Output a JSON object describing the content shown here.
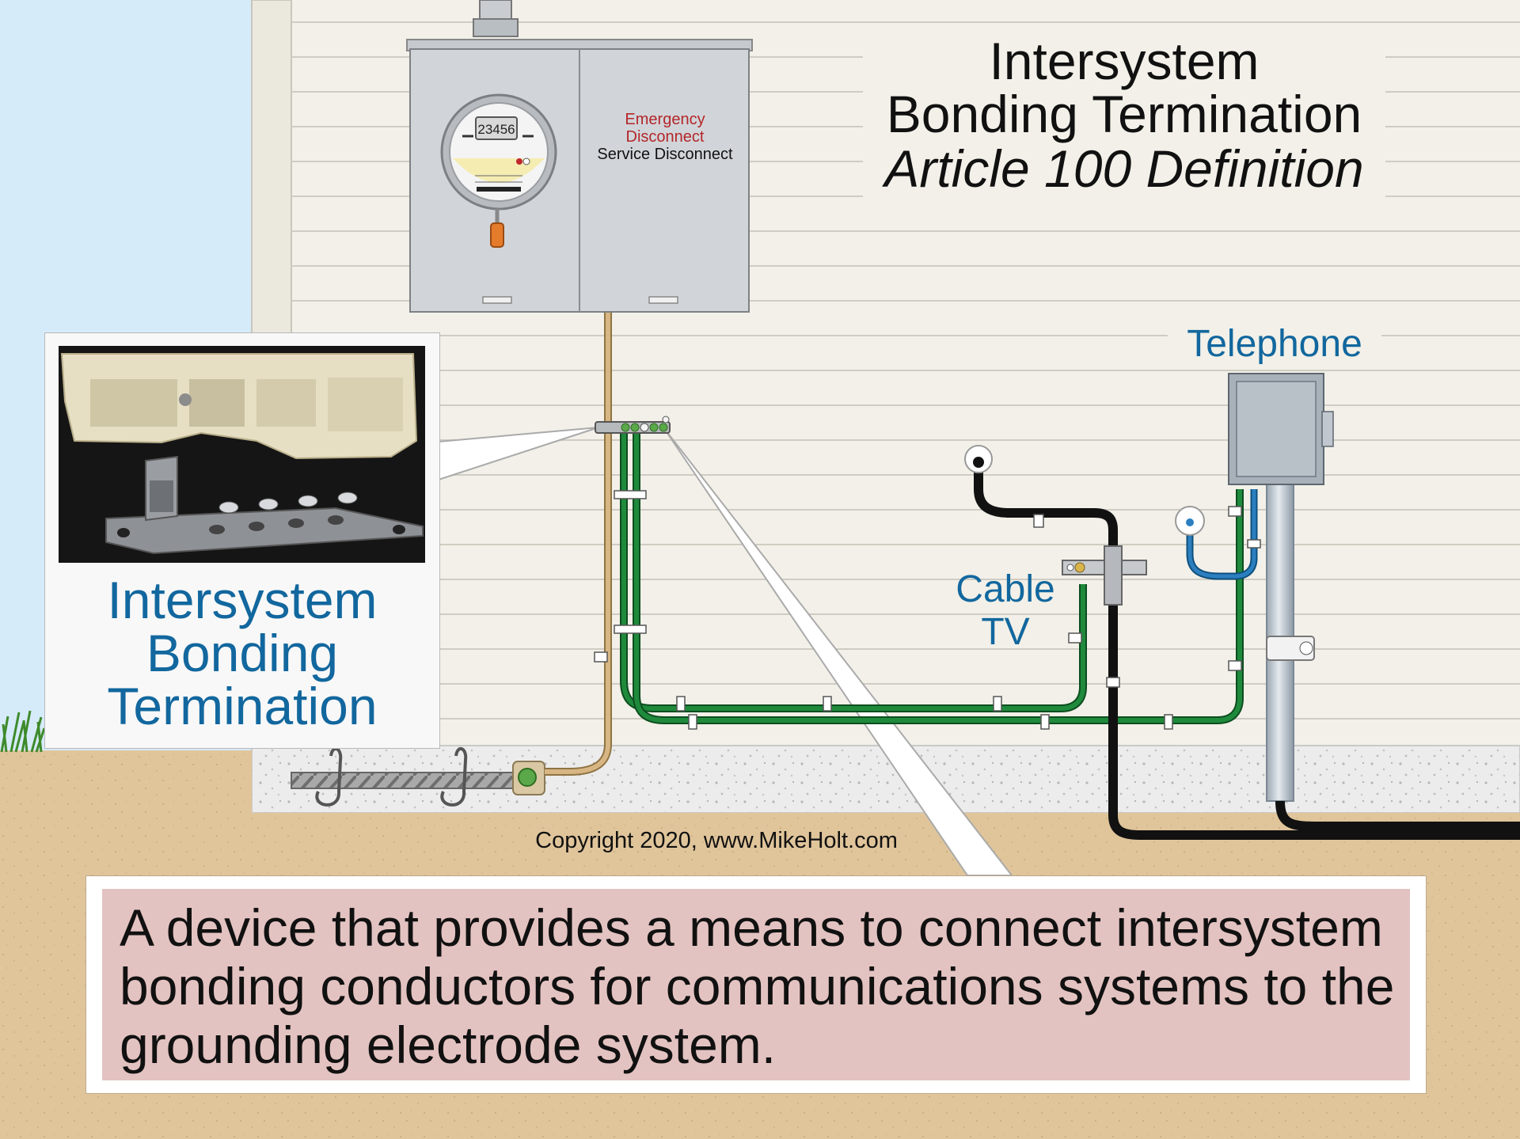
{
  "title": {
    "line1": "Intersystem",
    "line2": "Bonding Termination",
    "line3": "Article 100 Definition"
  },
  "meter_panel": {
    "emergency_label": "Emergency Disconnect",
    "service_label": "Service Disconnect",
    "meter_reading": "23456"
  },
  "callout": {
    "label": "Intersystem Bonding Termination"
  },
  "labels": {
    "telephone": "Telephone",
    "cable_tv": "Cable TV"
  },
  "copyright": "Copyright 2020, www.MikeHolt.com",
  "definition": "A device that provides a means to connect intersystem bonding conductors for communications systems to the grounding electrode system.",
  "colors": {
    "siding": "#f2f0e8",
    "sky": "#d6ebfa",
    "soil": "#e0c59b",
    "label_blue": "#12679e",
    "emergency_red": "#b3262a",
    "bonding_green": "#1f8a3c",
    "definition_box": "#e3c3c1"
  }
}
